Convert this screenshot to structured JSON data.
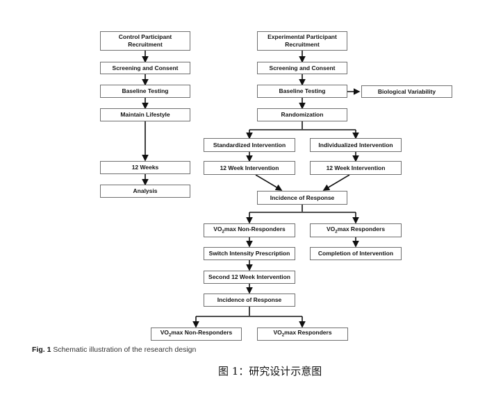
{
  "boxes": {
    "control_recruit": "Control Participant Recruitment",
    "control_screen": "Screening and Consent",
    "control_baseline": "Baseline Testing",
    "maintain": "Maintain Lifestyle",
    "weeks12": "12 Weeks",
    "analysis": "Analysis",
    "exp_recruit": "Experimental Participant Recruitment",
    "exp_screen": "Screening and Consent",
    "exp_baseline": "Baseline Testing",
    "bio_var": "Biological Variability",
    "random": "Randomization",
    "standardized": "Standardized Intervention",
    "individualized": "Individualized Intervention",
    "std_12wk": "12 Week Intervention",
    "ind_12wk": "12 Week Intervention",
    "incidence1": "Incidence of Response",
    "nonresp1_pre": "VO",
    "nonresp1_sub": "2",
    "nonresp1_post": "max Non-Responders",
    "resp1_pre": "VO",
    "resp1_sub": "2",
    "resp1_post": "max Responders",
    "switch": "Switch Intensity Prescription",
    "completion": "Completion of Intervention",
    "second": "Second 12 Week Intervention",
    "incidence2": "Incidence of Response",
    "nonresp2_pre": "VO",
    "nonresp2_sub": "2",
    "nonresp2_post": "max Non-Responders",
    "resp2_pre": "VO",
    "resp2_sub": "2",
    "resp2_post": "max Responders"
  },
  "caption": {
    "label": "Fig. 1",
    "text": "Schematic illustration of the research design"
  },
  "cn_caption": "图 1：研究设计示意图"
}
